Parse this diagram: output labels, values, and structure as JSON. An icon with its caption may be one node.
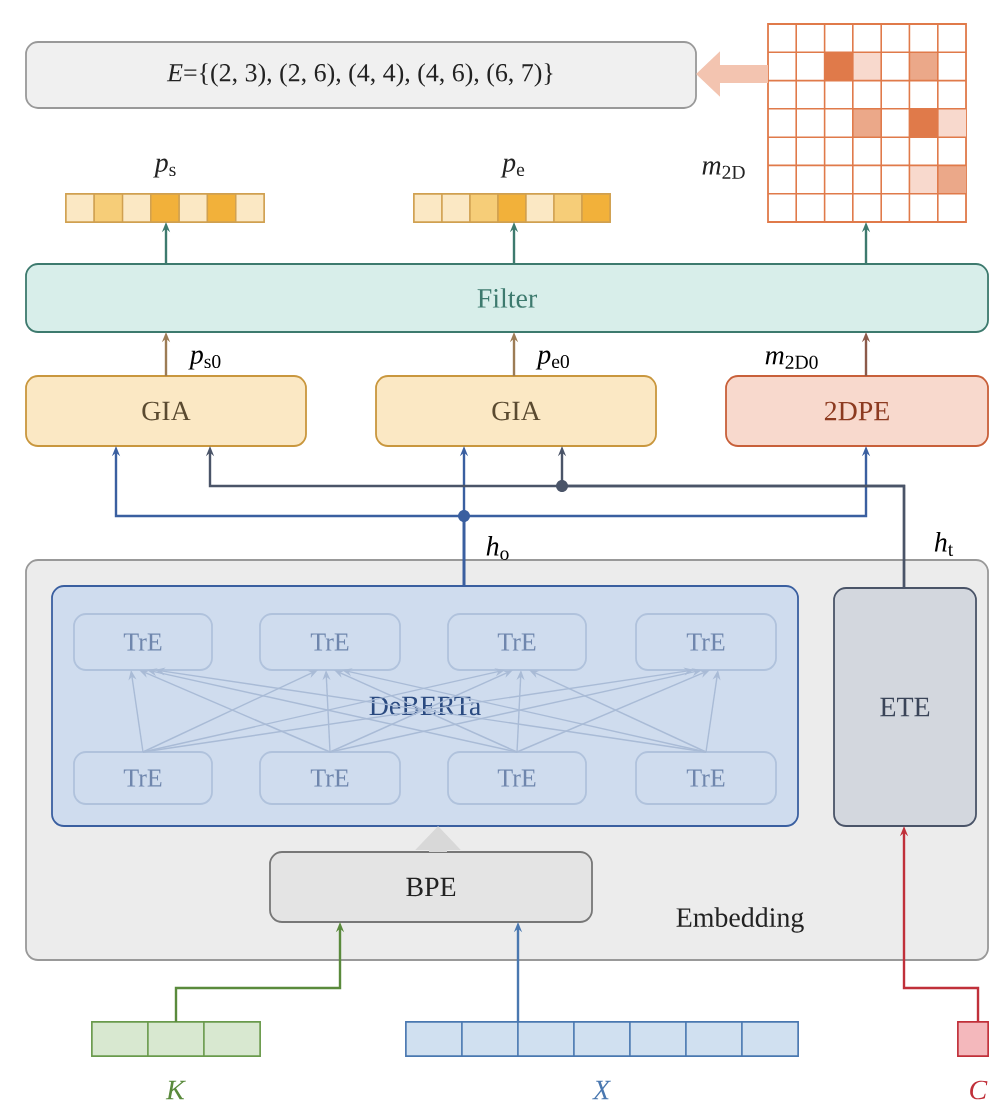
{
  "diagram": {
    "nodes": [
      {
        "text": [
          "*E*={(2, 3), (2, 6), (4, 4), (4, 6), (6, 7)}"
        ]
      },
      {
        "text": [],
        "shape": "box",
        "beside": [
          "*m*$_{2D}$"
        ]
      },
      {
        "text": [],
        "shape": "bar",
        "beside": [
          "*p*$_{s}$"
        ]
      },
      {
        "text": [],
        "shape": "bar",
        "beside": [
          "*p*$_{e}$"
        ]
      },
      {
        "text": [
          "Filter"
        ]
      },
      {
        "text": [
          "GIA"
        ]
      },
      {
        "text": [
          "GIA"
        ]
      },
      {
        "text": [
          "2DPE"
        ]
      },
      {
        "text": [
          "Embedding"
        ]
      },
      {
        "text": [
          "DeBERTa"
        ],
        "in": 8
      },
      {
        "text": [
          "TrE"
        ],
        "in": 9
      },
      {
        "text": [
          "TrE"
        ],
        "in": 9
      },
      {
        "text": [
          "TrE"
        ],
        "in": 9
      },
      {
        "text": [
          "TrE"
        ],
        "in": 9
      },
      {
        "text": [
          "TrE"
        ],
        "in": 9
      },
      {
        "text": [
          "TrE"
        ],
        "in": 9
      },
      {
        "text": [
          "TrE"
        ],
        "in": 9
      },
      {
        "text": [
          "TrE"
        ],
        "in": 9
      },
      {
        "text": [
          "ETE"
        ],
        "in": 8
      },
      {
        "text": [
          "BPE"
        ],
        "in": 8
      },
      {
        "text": [],
        "shape": "bar",
        "beside": [
          "*K*"
        ]
      },
      {
        "text": [],
        "shape": "bar",
        "beside": [
          "*X*"
        ]
      },
      {
        "text": [],
        "shape": "bar",
        "beside": [
          "*C*"
        ]
      }
    ],
    "edges": [
      {
        "from": 1,
        "to": 0,
        "arrow": "to",
        "style": "thick",
        "color": "#f3c4b0"
      },
      {
        "from": 4,
        "to": 2,
        "arrow": "to",
        "color": "#3d7a6e"
      },
      {
        "from": 4,
        "to": 3,
        "arrow": "to",
        "color": "#3d7a6e"
      },
      {
        "from": 4,
        "to": 1,
        "arrow": "to",
        "color": "#3d7a6e"
      },
      {
        "from": 5,
        "to": 4,
        "arrow": "to",
        "label": "*p*$_{s0}$",
        "color": "#9c7c55"
      },
      {
        "from": 6,
        "to": 4,
        "arrow": "to",
        "label": "*p*$_{e0}$",
        "color": "#9c7c55"
      },
      {
        "from": 7,
        "to": 4,
        "arrow": "to",
        "label": "*m*$_{2D0}$",
        "color": "#8c5a4a"
      },
      {
        "from": 9,
        "to": 5,
        "arrow": "to",
        "color": "#3a5fa0"
      },
      {
        "from": 9,
        "to": 6,
        "arrow": "to",
        "label": "*h*$_{o}$",
        "color": "#3a5fa0"
      },
      {
        "from": 9,
        "to": 7,
        "arrow": "to",
        "color": "#3a5fa0"
      },
      {
        "from": 18,
        "to": 5,
        "arrow": "to",
        "label": "*h*$_{t}$",
        "color": "#4a5468"
      },
      {
        "from": 18,
        "to": 6,
        "arrow": "to",
        "color": "#4a5468"
      },
      {
        "from": 19,
        "to": 9,
        "arrow": "to",
        "style": "thick",
        "color": "#d8d8d8"
      },
      {
        "from": 20,
        "to": 19,
        "arrow": "to",
        "color": "#5a8a3c"
      },
      {
        "from": 21,
        "to": 19,
        "arrow": "to",
        "color": "#4a78b0"
      },
      {
        "from": 22,
        "to": 18,
        "arrow": "to",
        "color": "#c0303a"
      },
      {
        "from": 14,
        "to": 10,
        "arrow": "to",
        "color": "#a9bbd6"
      },
      {
        "from": 14,
        "to": 11,
        "arrow": "to",
        "color": "#a9bbd6"
      },
      {
        "from": 14,
        "to": 12,
        "arrow": "to",
        "color": "#a9bbd6"
      },
      {
        "from": 14,
        "to": 13,
        "arrow": "to",
        "color": "#a9bbd6"
      },
      {
        "from": 15,
        "to": 10,
        "arrow": "to",
        "color": "#a9bbd6"
      },
      {
        "from": 15,
        "to": 11,
        "arrow": "to",
        "color": "#a9bbd6"
      },
      {
        "from": 15,
        "to": 12,
        "arrow": "to",
        "color": "#a9bbd6"
      },
      {
        "from": 15,
        "to": 13,
        "arrow": "to",
        "color": "#a9bbd6"
      },
      {
        "from": 16,
        "to": 10,
        "arrow": "to",
        "color": "#a9bbd6"
      },
      {
        "from": 16,
        "to": 11,
        "arrow": "to",
        "color": "#a9bbd6"
      },
      {
        "from": 16,
        "to": 12,
        "arrow": "to",
        "color": "#a9bbd6"
      },
      {
        "from": 16,
        "to": 13,
        "arrow": "to",
        "color": "#a9bbd6"
      },
      {
        "from": 17,
        "to": 10,
        "arrow": "to",
        "color": "#a9bbd6"
      },
      {
        "from": 17,
        "to": 11,
        "arrow": "to",
        "color": "#a9bbd6"
      },
      {
        "from": 17,
        "to": 12,
        "arrow": "to",
        "color": "#a9bbd6"
      },
      {
        "from": 17,
        "to": 13,
        "arrow": "to",
        "color": "#a9bbd6"
      }
    ]
  }
}
